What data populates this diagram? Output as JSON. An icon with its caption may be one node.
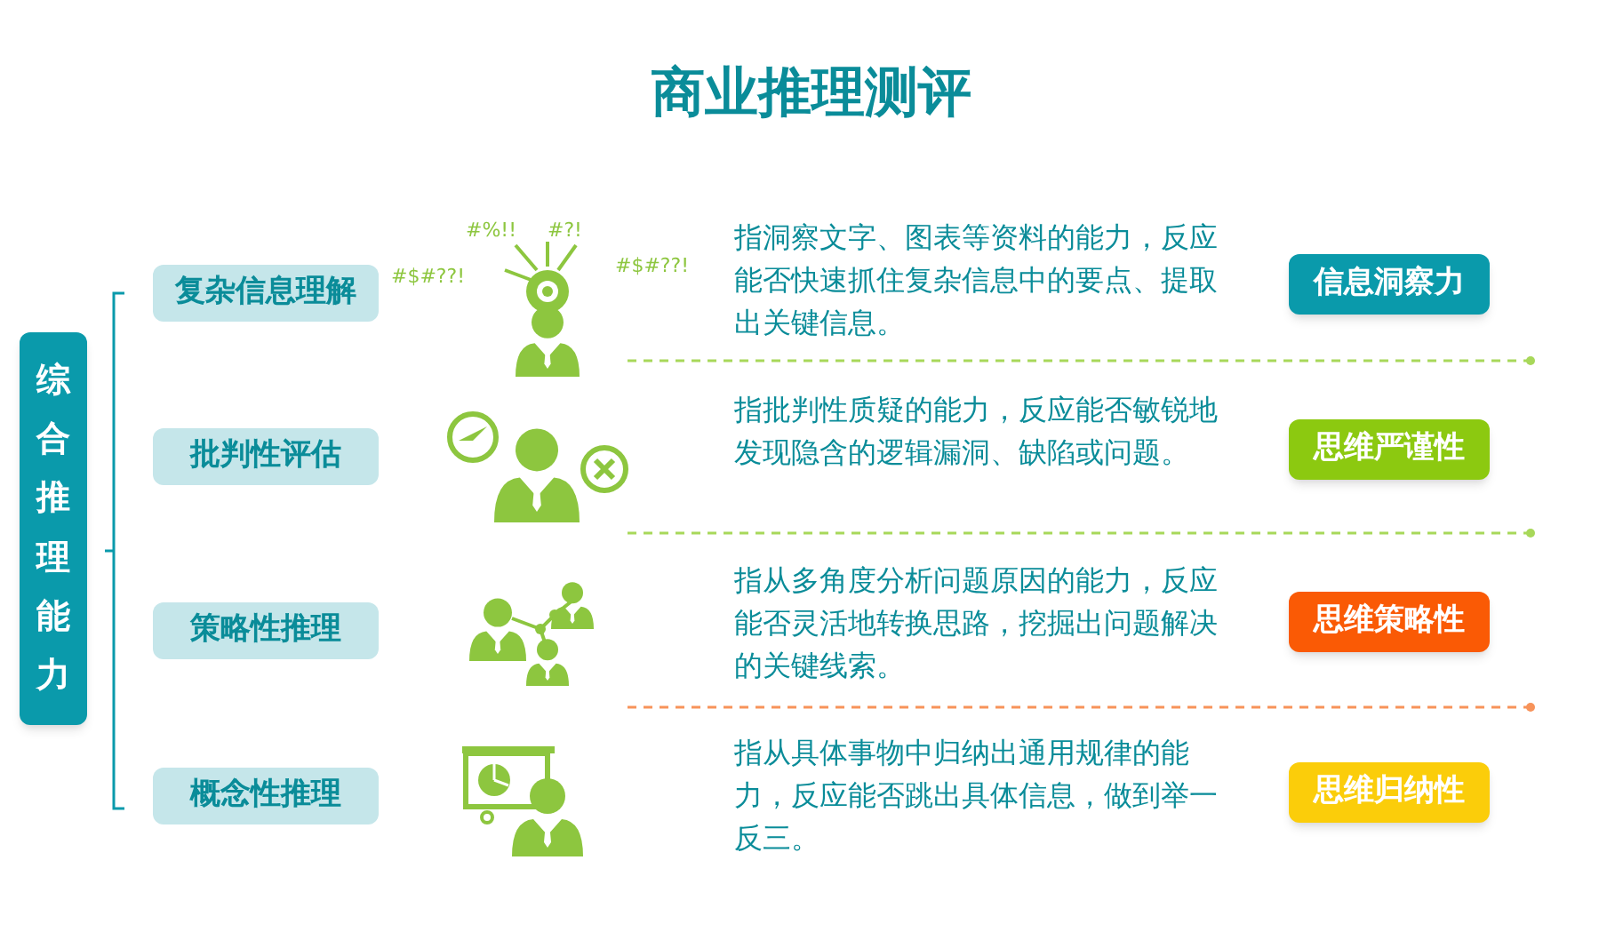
{
  "diagram": {
    "title": "商业推理测评",
    "nodes": [
      {
        "text": [
          "综合推理能力"
        ]
      },
      {
        "text": [
          "复杂信息理解"
        ]
      },
      {
        "text": [
          "批判性评估"
        ]
      },
      {
        "text": [
          "策略性推理"
        ]
      },
      {
        "text": [
          "概念性推理"
        ]
      },
      {
        "text": [
          "信息洞察力"
        ]
      },
      {
        "text": [
          "思维严谨性"
        ]
      },
      {
        "text": [
          "思维策略性"
        ]
      },
      {
        "text": [
          "思维归纳性"
        ]
      }
    ],
    "labels": [
      "#%!!",
      "#?!",
      "#$#??!",
      "#$#??!",
      "指洞察文字、图表等资料的能力，反应能否快速抓住复杂信息中的要点、提取出关键信息。",
      "指批判性质疑的能力，反应能否敏锐地发现隐含的逻辑漏洞、缺陷或问题。",
      "指从多角度分析问题原因的能力，反应能否灵活地转换思路，挖掘出问题解决的关键线索。",
      "指从具体事物中归纳出通用规律的能力，反应能否跳出具体信息，做到举一反三。"
    ]
  }
}
